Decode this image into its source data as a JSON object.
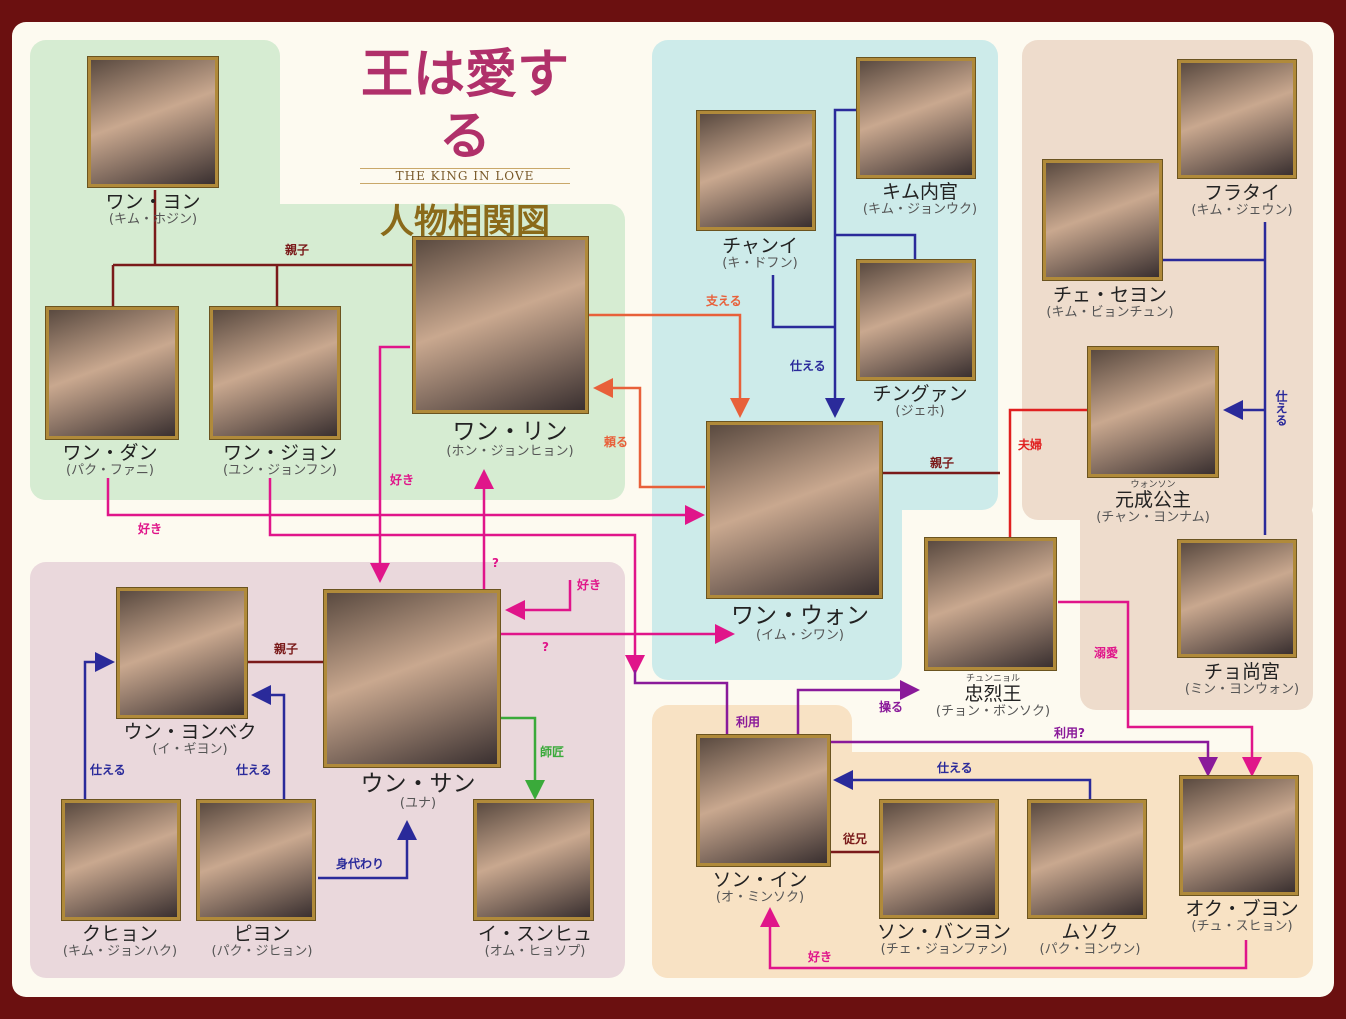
{
  "title": {
    "main": "王は愛する",
    "sub": "THE KING IN LOVE",
    "heading": "人物相関図"
  },
  "characters": [
    {
      "name": "ワン・ヨン",
      "actor": "(キム・ホジン)"
    },
    {
      "name": "ワン・ダン",
      "actor": "(パク・ファニ)"
    },
    {
      "name": "ワン・ジョン",
      "actor": "(ユン・ジョンフン)"
    },
    {
      "name": "ワン・リン",
      "actor": "(ホン・ジョンヒョン)"
    },
    {
      "name": "チャンイ",
      "actor": "(キ・ドフン)"
    },
    {
      "name": "キム内官",
      "actor": "(キム・ジョンウク)"
    },
    {
      "name": "チングァン",
      "actor": "(ジェホ)"
    },
    {
      "name": "ワン・ウォン",
      "actor": "(イム・シワン)"
    },
    {
      "name": "フラタイ",
      "actor": "(キム・ジェウン)"
    },
    {
      "name": "チェ・セヨン",
      "actor": "(キム・ビョンチュン)"
    },
    {
      "name": "元成公主",
      "ruby": "ウォンソン",
      "actor": "(チャン・ヨンナム)"
    },
    {
      "name": "忠烈王",
      "ruby": "チュンニョル",
      "actor": "(チョン・ボンソク)"
    },
    {
      "name": "チョ尚宮",
      "actor": "(ミン・ヨンウォン)"
    },
    {
      "name": "ウン・ヨンベク",
      "actor": "(イ・ギヨン)"
    },
    {
      "name": "ウン・サン",
      "actor": "(ユナ)"
    },
    {
      "name": "クヒョン",
      "actor": "(キム・ジョンハク)"
    },
    {
      "name": "ピヨン",
      "actor": "(パク・ジヒョン)"
    },
    {
      "name": "イ・スンヒュ",
      "actor": "(オム・ヒョソプ)"
    },
    {
      "name": "ソン・イン",
      "actor": "(オ・ミンソク)"
    },
    {
      "name": "ソン・バンヨン",
      "actor": "(チェ・ジョンファン)"
    },
    {
      "name": "ムソク",
      "actor": "(パク・ヨンウン)"
    },
    {
      "name": "オク・ブヨン",
      "actor": "(チュ・スヒョン)"
    }
  ],
  "relations": [
    "親子",
    "親子",
    "親子",
    "好き",
    "好き",
    "?",
    "好き",
    "?",
    "支える",
    "頼る",
    "仕える",
    "夫婦",
    "仕える",
    "溺愛",
    "師匠",
    "仕える",
    "仕える",
    "身代わり",
    "利用",
    "操る",
    "利用?",
    "仕える",
    "従兄",
    "好き"
  ],
  "colors": {
    "parent": "#7a1a1a",
    "love": "#e0158a",
    "serve": "#2a2a9a",
    "support": "#e8603a",
    "couple": "#e02020",
    "mentor": "#3aaa3a",
    "use": "#8a1a9a"
  }
}
